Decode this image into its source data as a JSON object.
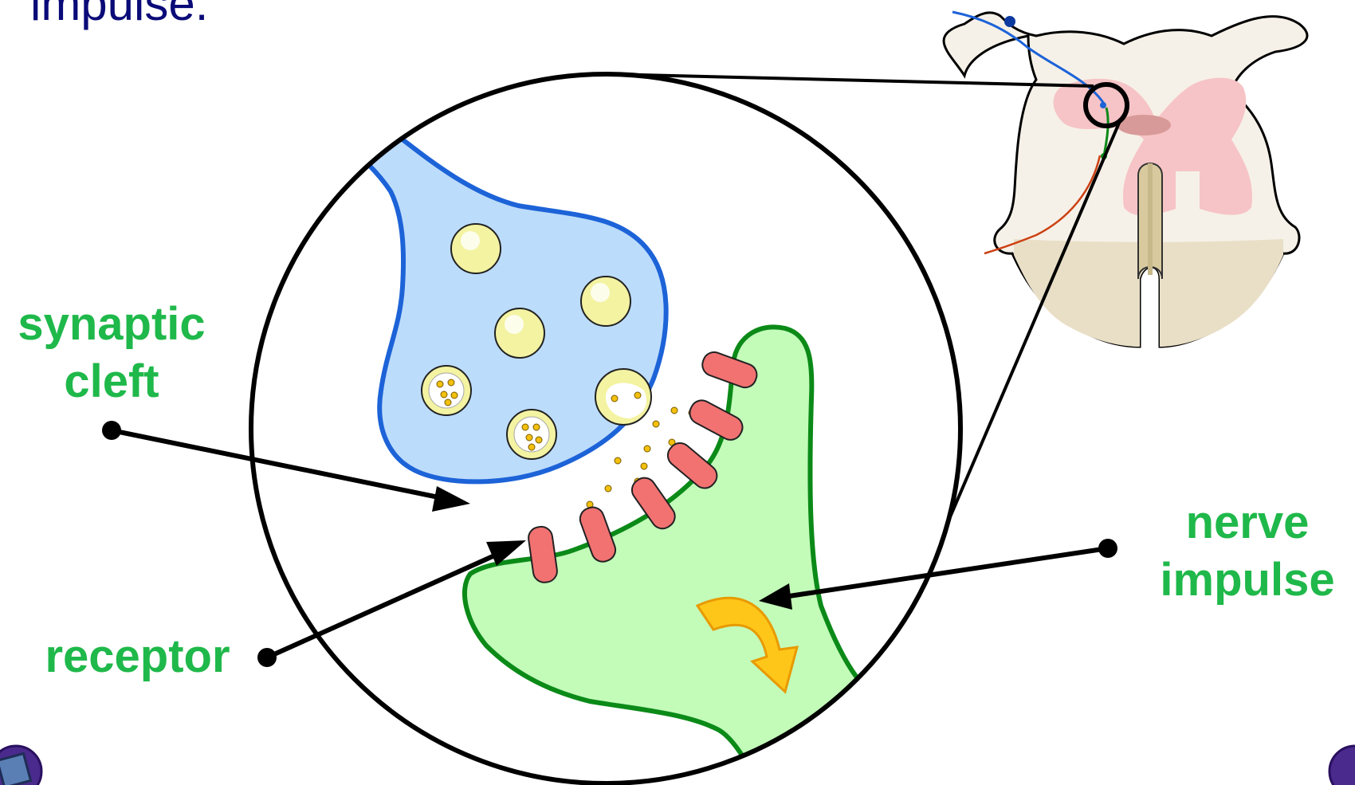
{
  "title_fragment": "impulse.",
  "labels": {
    "synaptic_cleft": [
      "synaptic",
      "cleft"
    ],
    "receptor": "receptor",
    "nerve_impulse": [
      "nerve",
      "impulse"
    ]
  },
  "colors": {
    "label_green": "#1fb84a",
    "title_navy": "#0a0a78",
    "presynaptic_fill": "#bcdcfb",
    "presynaptic_stroke": "#1d63d8",
    "postsynaptic_fill": "#c3fbb9",
    "postsynaptic_stroke": "#0b8a18",
    "vesicle_fill": "#f3f3a2",
    "receptor_fill": "#f27272",
    "impulse_arrow": "#ffc61a",
    "grey_matter": "#f6c4c6",
    "cord_fill": "#f6f1e8"
  },
  "icons": [
    "spinal-cord-cross-section-icon",
    "impulse-arrow-icon"
  ]
}
